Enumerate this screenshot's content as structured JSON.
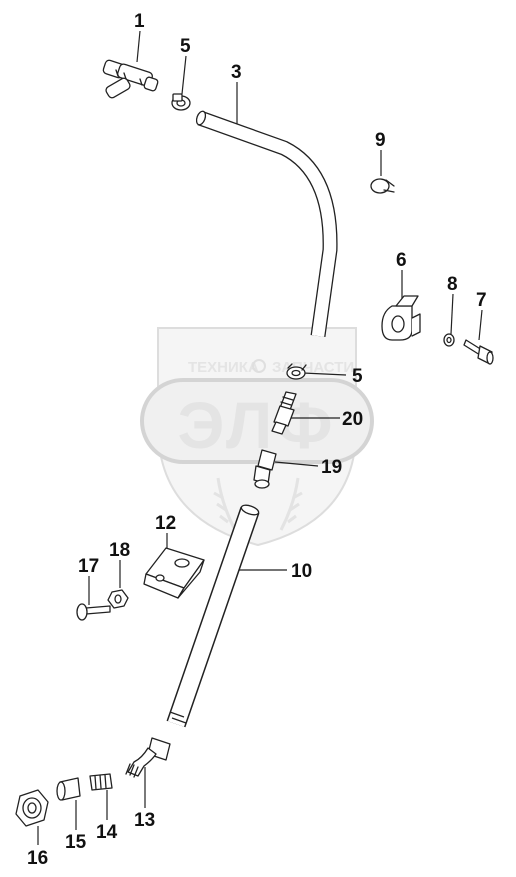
{
  "watermark": {
    "top_text": "ТЕХНИКА",
    "top_text_2": "ЗАПЧАСТИ",
    "logo_text": "ЭЛФ"
  },
  "callouts": {
    "p1": "1",
    "p3": "3",
    "p5a": "5",
    "p5b": "5",
    "p6": "6",
    "p7": "7",
    "p8": "8",
    "p9": "9",
    "p10": "10",
    "p12": "12",
    "p13": "13",
    "p14": "14",
    "p15": "15",
    "p16": "16",
    "p17": "17",
    "p18": "18",
    "p19": "19",
    "p20": "20"
  }
}
